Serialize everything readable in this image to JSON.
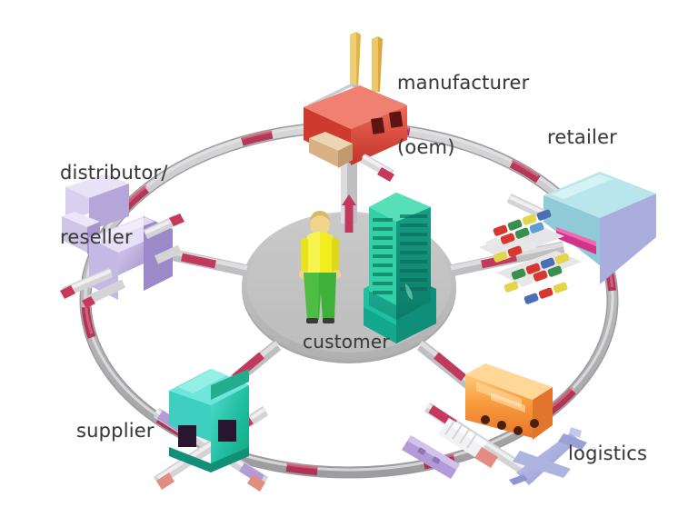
{
  "diagram": {
    "title": "supply chain network diagram",
    "type": "hub-and-spoke cycle",
    "background_color": "#ffffff",
    "ring": {
      "color": "#b9b9bb",
      "dash_color": "#b02a4e",
      "dash_count": 10,
      "description": "closed conveyor ring connecting all partners"
    },
    "hub": {
      "label": "customer",
      "color": "#bdbdbd",
      "icons": [
        "person-icon",
        "office-tower-icon"
      ]
    },
    "spoke": {
      "color": "#c3c3c5",
      "arrow_color": "#c13a5e",
      "count": 5
    },
    "nodes": [
      {
        "id": "manufacturer",
        "label": "manufacturer\n(oem)",
        "label_line1": "manufacturer",
        "label_line2": "(oem)",
        "icon": "factory-icon",
        "color": "#d94b3e",
        "position": "top"
      },
      {
        "id": "retailer",
        "label": "retailer",
        "icon": "retail-store-icon",
        "color": "#8fd6dd",
        "position": "right"
      },
      {
        "id": "logistics",
        "label": "logistics",
        "icon": "airplane-truck-train-icon",
        "color": "#f4913c",
        "position": "bottom-right"
      },
      {
        "id": "supplier",
        "label": "supplier",
        "icon": "plant-icon",
        "color": "#2fc3ab",
        "position": "bottom-left"
      },
      {
        "id": "distributor",
        "label": "distributor/\nreseller",
        "label_line1": "distributor/",
        "label_line2": "reseller",
        "icon": "warehouse-icon",
        "color": "#b7a8dd",
        "position": "left"
      }
    ],
    "labels": {
      "manufacturer_l1": "manufacturer",
      "manufacturer_l2": "(oem)",
      "retailer": "retailer",
      "logistics": "logistics",
      "supplier": "supplier",
      "distributor_l1": "distributor/",
      "distributor_l2": "reseller",
      "customer": "customer"
    }
  }
}
